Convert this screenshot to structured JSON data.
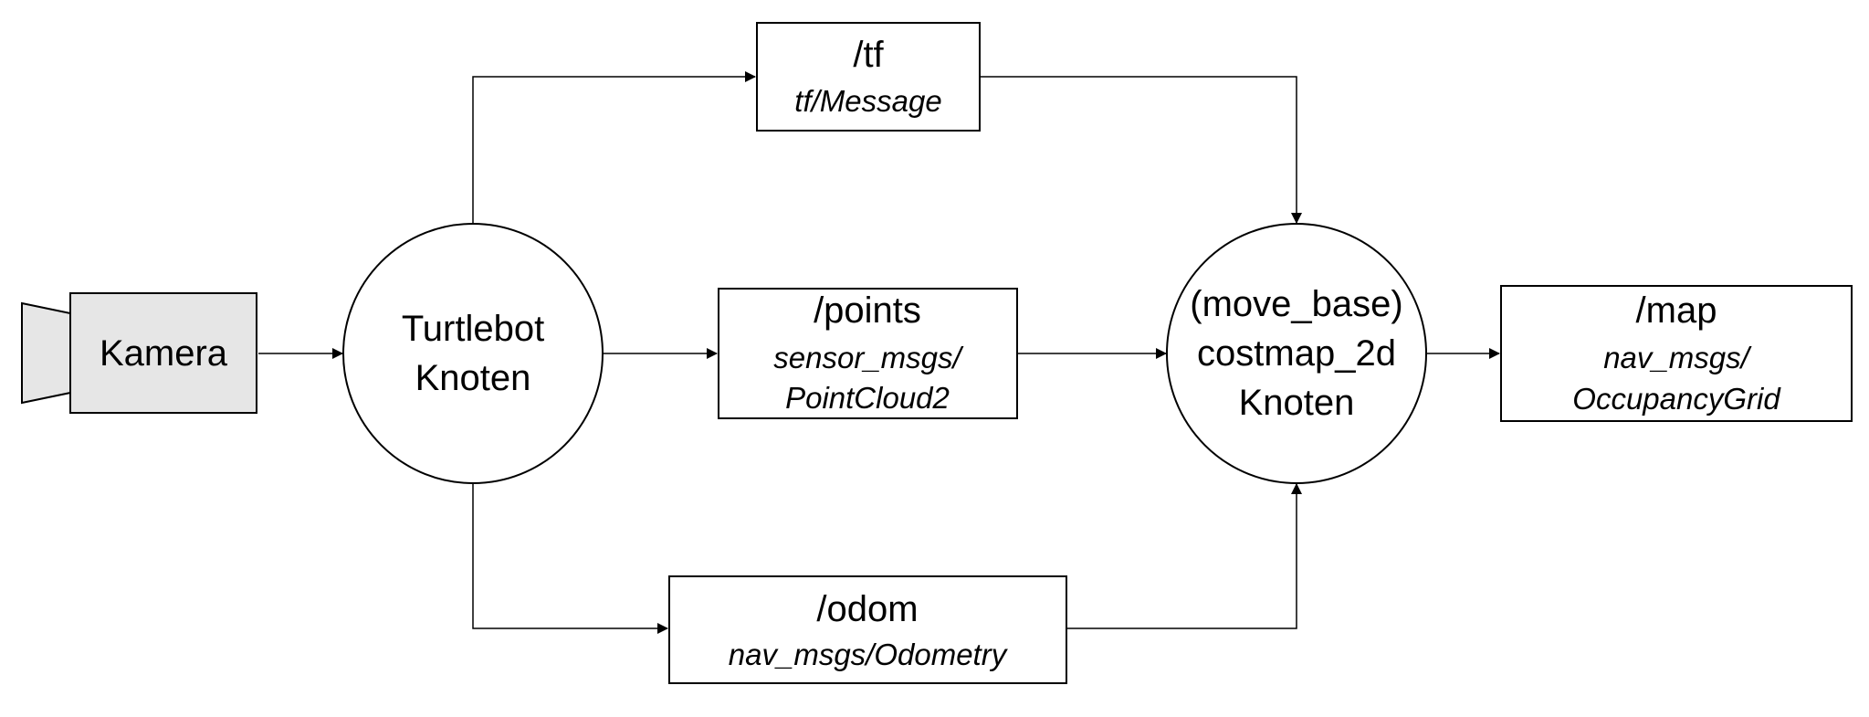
{
  "colors": {
    "line": "#000000",
    "camera_fill": "#e6e6e6",
    "box_fill": "#ffffff"
  },
  "camera": {
    "label": "Kamera",
    "icon": "video-camera-icon"
  },
  "nodes": {
    "turtlebot": {
      "line1": "Turtlebot",
      "line2": "Knoten"
    },
    "costmap": {
      "line1": "(move_base)",
      "line2": "costmap_2d",
      "line3": "Knoten"
    }
  },
  "topics": {
    "tf": {
      "name": "/tf",
      "type": "tf/Message"
    },
    "points": {
      "name": "/points",
      "type_line1": "sensor_msgs/",
      "type_line2": "PointCloud2"
    },
    "odom": {
      "name": "/odom",
      "type": "nav_msgs/Odometry"
    },
    "map": {
      "name": "/map",
      "type_line1": "nav_msgs/",
      "type_line2": "OccupancyGrid"
    }
  }
}
